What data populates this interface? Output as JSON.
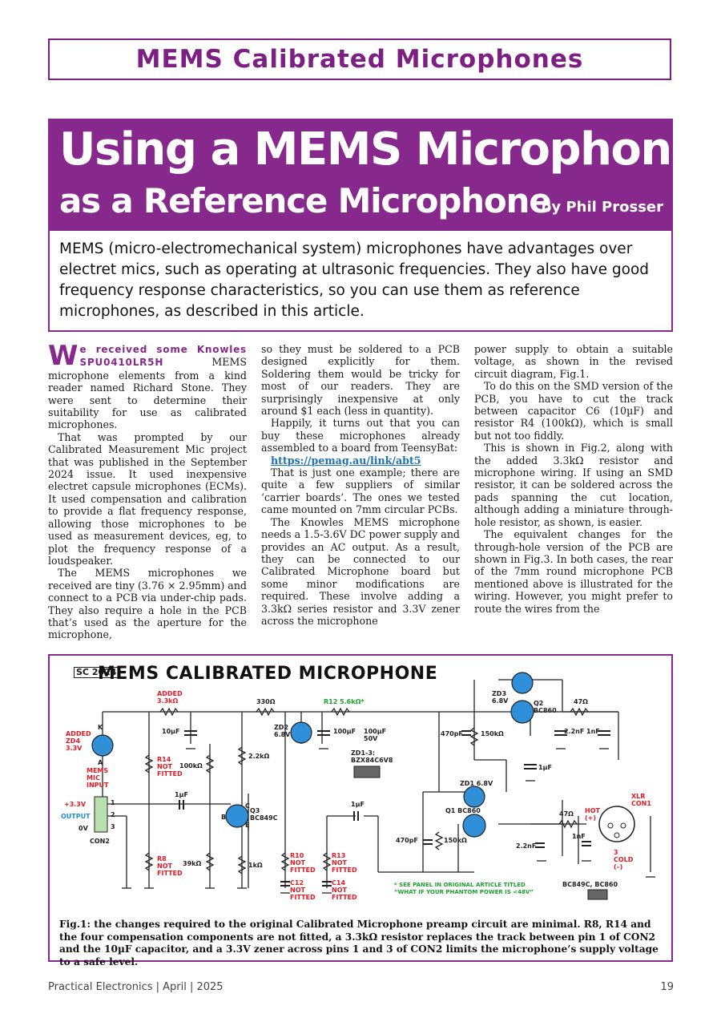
{
  "section_banner": "MEMS Calibrated Microphones",
  "title": {
    "line1": "Using a MEMS Microphone",
    "line2": "as a Reference Microphone",
    "byline": "by Phil Prosser"
  },
  "standfirst": "MEMS (micro-electromechanical system) microphones have advantages over electret mics, such as operating at ultrasonic frequencies. They also have good frequency response characteristics, so you can use them as reference microphones, as described in this article.",
  "body": {
    "dropcap": "W",
    "lead": "e received some Knowles SPU0410LR5H",
    "col1": [
      " MEMS microphone elements from a kind reader named Richard Stone. They were sent to determine their suitability for use as calibrated microphones.",
      "That was prompted by our Calibrated Measurement Mic project that was published in the September 2024 issue. It used inexpensive electret capsule microphones (ECMs). It used compensation and calibration to provide a flat frequency response, allowing those microphones to be used as measurement devices, eg, to plot the frequency response of a loudspeaker.",
      "The MEMS microphones we received are tiny (3.76 × 2.95mm) and connect to a PCB via under-chip pads. They also require a hole in the PCB that’s used as the aperture for the microphone,"
    ],
    "col2": [
      "so they must be soldered to a PCB designed explicitly for them. Soldering them would be tricky for most of our readers. They are surprisingly inexpensive at only around $1 each (less in quantity).",
      "Happily, it turns out that you can buy these microphones already assembled to a board from TeensyBat:",
      "That is just one example; there are quite a few suppliers of similar ‘carrier boards’. The ones we tested came mounted on 7mm circular PCBs.",
      "The Knowles MEMS microphone needs a 1.5-3.6V DC power supply and provides an AC output. As a result, they can be connected to our Calibrated Microphone board but some minor modifications are required. These involve adding a 3.3kΩ series resistor and 3.3V zener across the microphone"
    ],
    "link": "https://pemag.au/link/abt5",
    "col3": [
      "power supply to obtain a suitable voltage, as shown in the revised circuit diagram, Fig.1.",
      "To do this on the SMD version of the PCB, you have to cut the track between capacitor C6 (10µF) and resistor R4 (100kΩ), which is small but not too fiddly.",
      "This is shown in Fig.2, along with the added 3.3kΩ resistor and microphone wiring. If using an SMD resistor, it can be soldered across the pads spanning the cut location, although adding a miniature through-hole resistor, as shown, is easier.",
      "The equivalent changes for the through-hole version of the PCB are shown in Fig.3. In both cases, the rear of the 7mm round microphone PCB mentioned above is illustrated for the wiring. However, you might prefer to route the wires from the"
    ]
  },
  "figure": {
    "logo": "SC 2024",
    "title": "MEMS CALIBRATED MICROPHONE",
    "labels": {
      "added_r": "ADDED\n3.3kΩ",
      "added_zd": "ADDED\nZD4\n3.3V",
      "r330": "330Ω",
      "r12": "R12 5.6kΩ*",
      "c10u": "10µF",
      "zd2": "ZD2\n6.8V",
      "c100u": "100µF",
      "c100u50": "100µF\n50V",
      "zd3": "ZD3\n6.8V",
      "q2": "Q2\nBC860",
      "r47a": "47Ω",
      "c470a": "470pF",
      "r150a": "150kΩ",
      "c22a": "2.2nF",
      "c1na": "1nF",
      "c1u_a": "1µF",
      "r14": "R14\nNOT\nFITTED",
      "r100k": "100kΩ",
      "r22k": "2.2kΩ",
      "mems_input": "MEMS\nMIC\nINPUT",
      "plus33": "+3.3V",
      "output": "OUTPUT",
      "zerov": "0V",
      "con2": "CON2",
      "c1u_b": "1µF",
      "q3": "Q3\nBC849C",
      "zd13": "ZD1-3:\nBZX84C6V8",
      "zd1": "ZD1 6.8V",
      "q1": "Q1 BC860",
      "r47b": "47Ω",
      "hot": "HOT\n(+)",
      "xlr": "XLR\nCON1",
      "c1nb": "1nF",
      "c22b": "2.2nF",
      "cold": "3\nCOLD\n(–)",
      "r8": "R8\nNOT\nFITTED",
      "r39k": "39kΩ",
      "r1k": "1kΩ",
      "r10": "R10\nNOT\nFITTED",
      "c12": "C12\nNOT\nFITTED",
      "r13": "R13\nNOT\nFITTED",
      "c14": "C14\nNOT\nFITTED",
      "c1u_c": "1µF",
      "c470b": "470pF",
      "r150b": "150kΩ",
      "note": "* SEE PANEL IN ORIGINAL ARTICLE TITLED\n“WHAT IF YOUR PHANTOM POWER IS <48V”",
      "pkg": "BC849C, BC860",
      "pin1": "1",
      "pin2": "2",
      "pin3": "3",
      "pin_a": "A",
      "pin_k": "K",
      "pin_b": "B",
      "pin_c": "C",
      "pin_e": "E"
    },
    "caption": "Fig.1: the changes required to the original Calibrated Microphone preamp circuit are minimal. R8, R14 and the four compensation components are not fitted, a 3.3kΩ resistor replaces the track between pin 1 of CON2 and the 10µF capacitor, and a 3.3V zener across pins 1 and 3 of CON2 limits the microphone’s supply voltage to a safe level."
  },
  "footer": {
    "left": "Practical Electronics  |  April  |  2025",
    "page": "19"
  },
  "colors": {
    "accent": "#87288c",
    "label_red": "#e01b24",
    "label_green": "#1fa12e",
    "label_blue": "#1a8fd6",
    "component_blue": "#2f8fd8"
  }
}
